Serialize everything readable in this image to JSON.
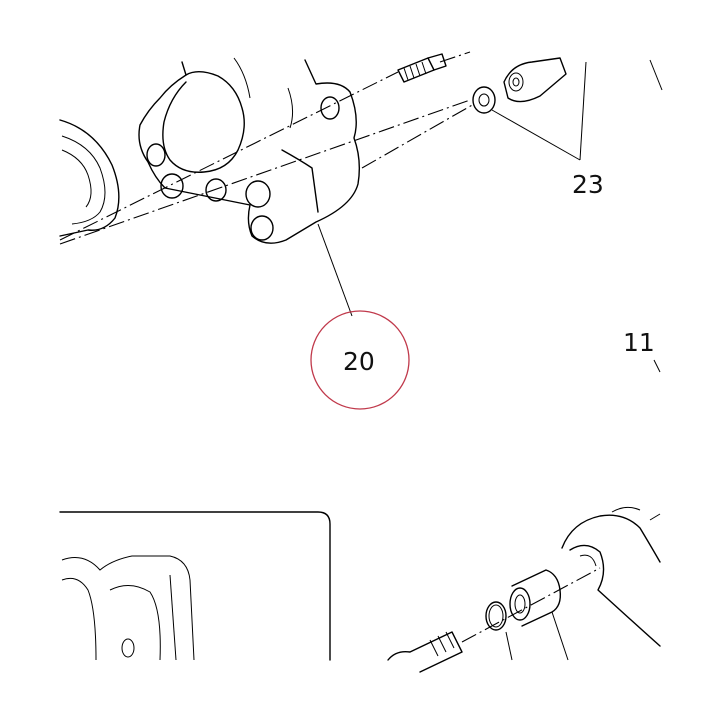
{
  "callouts": {
    "part_20": "20",
    "part_23": "23",
    "part_11": "11"
  },
  "highlight": {
    "target": "20",
    "color": "#c0394b"
  }
}
